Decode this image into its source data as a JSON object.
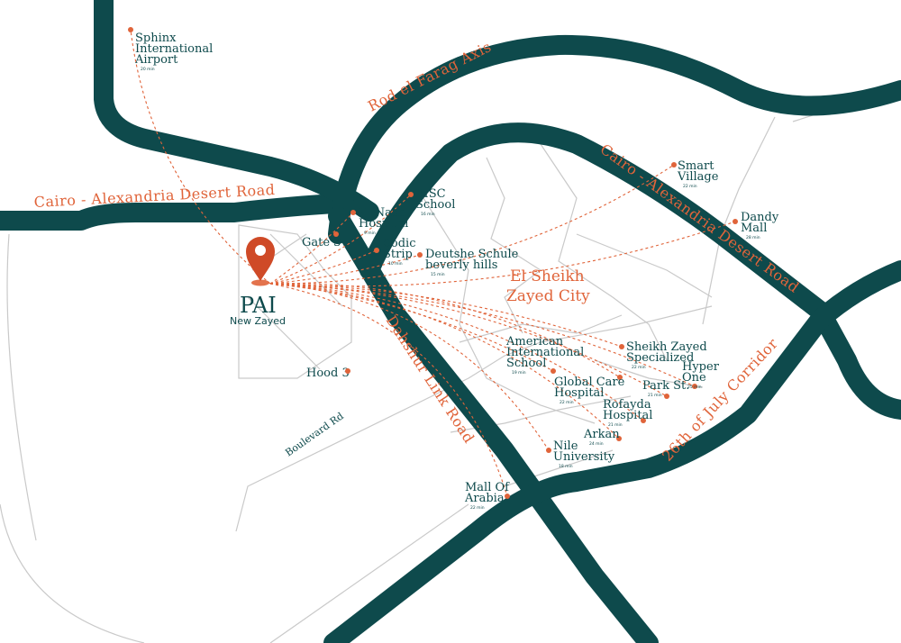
{
  "colors": {
    "road": "#0e4a4c",
    "accent": "#e0643a",
    "minor": "#c9c9c9"
  },
  "project": {
    "name": "PAI",
    "area": "New Zayed",
    "icon": "location-pin-icon"
  },
  "roads": {
    "cairo_alex_left": "Cairo - Alexandria Desert Road",
    "cairo_alex_right": "Cairo - Alexandria Desert Road",
    "rod_el_farag": "Rod el Farag Axis",
    "dahshur": "Dahshur Link Road",
    "july_26": "26th of July Corridor",
    "boulevard": "Boulevard Rd"
  },
  "area": {
    "line1": "El Sheikh",
    "line2": "Zayed City"
  },
  "gates": {
    "gate3": "Gate 3",
    "hood3": "Hood 3"
  },
  "places": [
    {
      "name": [
        "Sphinx",
        "International",
        "Airport"
      ],
      "time": "20 min"
    },
    {
      "name": [
        "BISC",
        "School"
      ],
      "time": "16 min"
    },
    {
      "name": [
        "El Nada",
        "Hospital"
      ],
      "time": "9 min"
    },
    {
      "name": [
        "Sodic",
        "Strip"
      ],
      "time": "10 min"
    },
    {
      "name": [
        "Deutshe Schule",
        "beverly hills"
      ],
      "time": "15 min"
    },
    {
      "name": [
        "Smart",
        "Village"
      ],
      "time": "22 min"
    },
    {
      "name": [
        "Dandy",
        "Mall"
      ],
      "time": "28 min"
    },
    {
      "name": [
        "American",
        "International",
        "School"
      ],
      "time": "19 min"
    },
    {
      "name": [
        "Global Care",
        "Hospital"
      ],
      "time": "22 min"
    },
    {
      "name": [
        "Sheikh Zayed",
        "Specialized"
      ],
      "time": "22 min"
    },
    {
      "name": [
        "Hyper",
        "One"
      ],
      "time": "25 min"
    },
    {
      "name": [
        "Park St."
      ],
      "time": "21 min"
    },
    {
      "name": [
        "Rofayda",
        "Hospital"
      ],
      "time": "21 min"
    },
    {
      "name": [
        "Arkan"
      ],
      "time": "24 min"
    },
    {
      "name": [
        "Nile",
        "University"
      ],
      "time": "18 min"
    },
    {
      "name": [
        "Mall Of",
        "Arabia"
      ],
      "time": "22 min"
    }
  ]
}
